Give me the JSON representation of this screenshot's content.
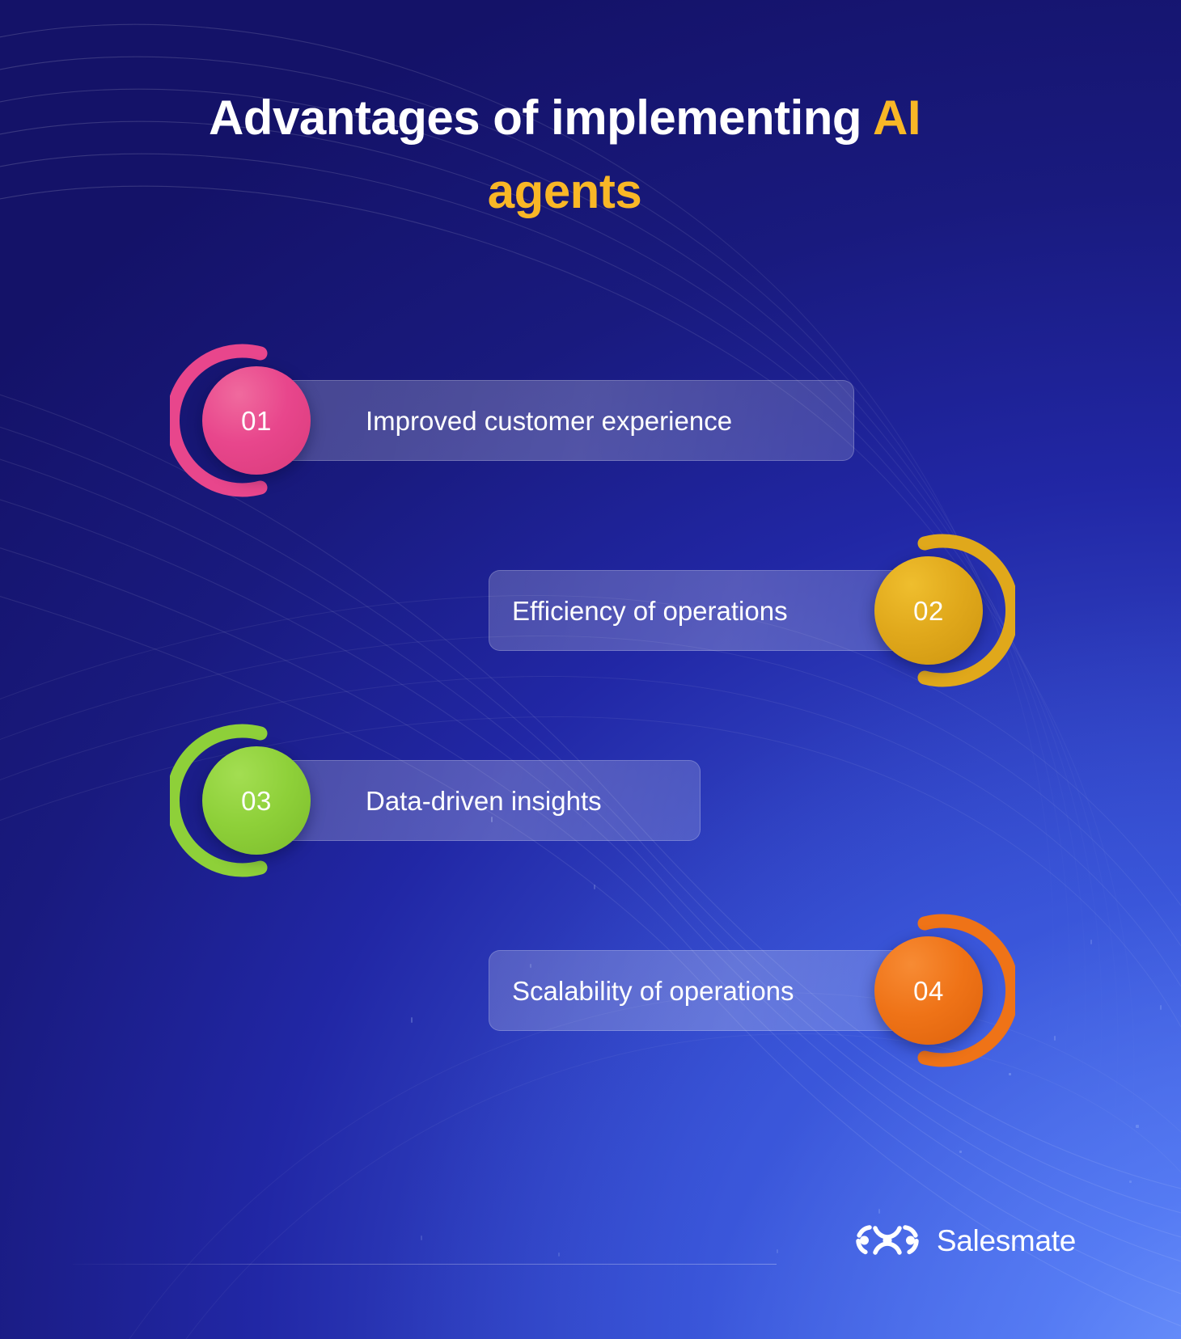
{
  "title": {
    "line1_plain": "Advantages of implementing ",
    "line1_accent": "AI",
    "line2_accent": "agents",
    "accent_color": "#f9b726"
  },
  "items": [
    {
      "number": "01",
      "label": "Improved customer experience",
      "side": "left",
      "color": "#e8468c",
      "arc_color": "#e8468c"
    },
    {
      "number": "02",
      "label": "Efficiency of operations",
      "side": "right",
      "color": "#e0a81b",
      "arc_color": "#e0a81b"
    },
    {
      "number": "03",
      "label": "Data-driven insights",
      "side": "left",
      "color": "#8ed039",
      "arc_color": "#8ed039"
    },
    {
      "number": "04",
      "label": "Scalability of operations",
      "side": "right",
      "color": "#ef7317",
      "arc_color": "#ef7317"
    }
  ],
  "footer": {
    "brand_name": "Salesmate",
    "brand_icon": "salesmate-logo-icon"
  },
  "theme": {
    "bg_dark": "#141268",
    "bg_light": "#5b7cf0",
    "text": "#ffffff"
  }
}
